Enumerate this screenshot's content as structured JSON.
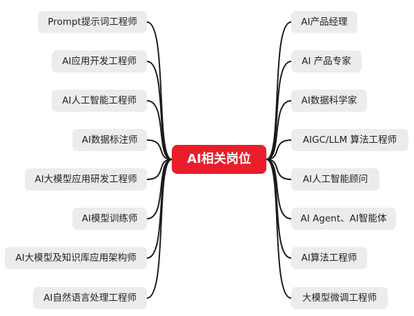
{
  "center": {
    "label": "AI相关岗位",
    "color": "#ea1d2a"
  },
  "left_nodes": [
    "Prompt提示词工程师",
    "AI应用开发工程师",
    "AI人工智能工程师",
    "AI数据标注师",
    "AI大模型应用研发工程师",
    "AI模型训练师",
    "AI大模型及知识库应用架构师",
    "AI自然语言处理工程师"
  ],
  "right_nodes": [
    "AI产品经理",
    "AI 产品专家",
    "AI数据科学家",
    "AIGC/LLM 算法工程师",
    "AI人工智能顾问",
    "AI Agent、AI智能体",
    "AI算法工程师",
    "大模型微调工程师"
  ],
  "colors": {
    "node_background": "#ececec",
    "connector": "#1a1a1a"
  }
}
